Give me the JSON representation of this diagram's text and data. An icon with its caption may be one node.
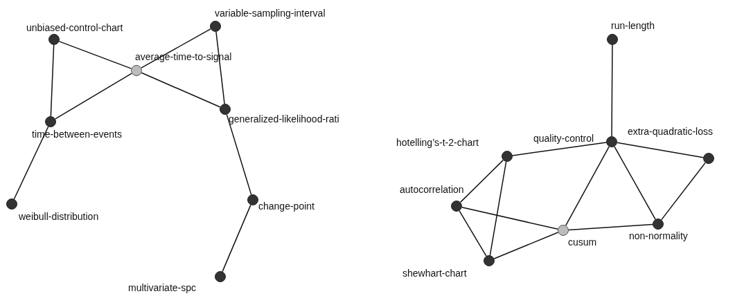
{
  "diagram": {
    "nodes": [
      {
        "text": [],
        "shape": "circle",
        "beside": [
          "variable-sampling-interval"
        ]
      },
      {
        "text": [],
        "shape": "circle",
        "beside": [
          "unbiased-control-chart"
        ]
      },
      {
        "text": [],
        "shape": "circle",
        "beside": [
          "average-time-to-signal"
        ]
      },
      {
        "text": [],
        "shape": "circle",
        "beside": [
          "generalized-likelihood-rati"
        ]
      },
      {
        "text": [],
        "shape": "circle",
        "beside": [
          "time-between-events"
        ]
      },
      {
        "text": [],
        "shape": "circle",
        "beside": [
          "weibull-distribution"
        ]
      },
      {
        "text": [],
        "shape": "circle",
        "beside": [
          "change-point"
        ]
      },
      {
        "text": [],
        "shape": "circle",
        "beside": [
          "multivariate-spc"
        ]
      },
      {
        "text": [],
        "shape": "circle",
        "beside": [
          "run-length"
        ]
      },
      {
        "text": [],
        "shape": "circle",
        "beside": [
          "quality-control"
        ]
      },
      {
        "text": [],
        "shape": "circle",
        "beside": [
          "extra-quadratic-loss"
        ]
      },
      {
        "text": [],
        "shape": "circle",
        "beside": [
          "hotelling’s-t-2-chart"
        ]
      },
      {
        "text": [],
        "shape": "circle",
        "beside": [
          "autocorrelation"
        ]
      },
      {
        "text": [],
        "shape": "circle",
        "beside": [
          "cusum"
        ]
      },
      {
        "text": [],
        "shape": "circle",
        "beside": [
          "non-normality"
        ]
      },
      {
        "text": [],
        "shape": "circle",
        "beside": [
          "shewhart-chart"
        ]
      }
    ],
    "edges": [
      {
        "from": 1,
        "to": 2,
        "arrow": "none"
      },
      {
        "from": 1,
        "to": 4,
        "arrow": "none"
      },
      {
        "from": 0,
        "to": 2,
        "arrow": "none"
      },
      {
        "from": 0,
        "to": 3,
        "arrow": "none"
      },
      {
        "from": 2,
        "to": 4,
        "arrow": "none"
      },
      {
        "from": 2,
        "to": 3,
        "arrow": "none"
      },
      {
        "from": 4,
        "to": 5,
        "arrow": "none"
      },
      {
        "from": 3,
        "to": 6,
        "arrow": "none"
      },
      {
        "from": 6,
        "to": 7,
        "arrow": "none"
      },
      {
        "from": 8,
        "to": 9,
        "arrow": "none"
      },
      {
        "from": 9,
        "to": 11,
        "arrow": "none"
      },
      {
        "from": 9,
        "to": 10,
        "arrow": "none"
      },
      {
        "from": 9,
        "to": 13,
        "arrow": "none"
      },
      {
        "from": 9,
        "to": 14,
        "arrow": "none"
      },
      {
        "from": 10,
        "to": 14,
        "arrow": "none"
      },
      {
        "from": 11,
        "to": 12,
        "arrow": "none"
      },
      {
        "from": 11,
        "to": 15,
        "arrow": "none"
      },
      {
        "from": 12,
        "to": 13,
        "arrow": "none"
      },
      {
        "from": 12,
        "to": 15,
        "arrow": "none"
      },
      {
        "from": 15,
        "to": 13,
        "arrow": "none"
      },
      {
        "from": 13,
        "to": 14,
        "arrow": "none"
      }
    ]
  }
}
